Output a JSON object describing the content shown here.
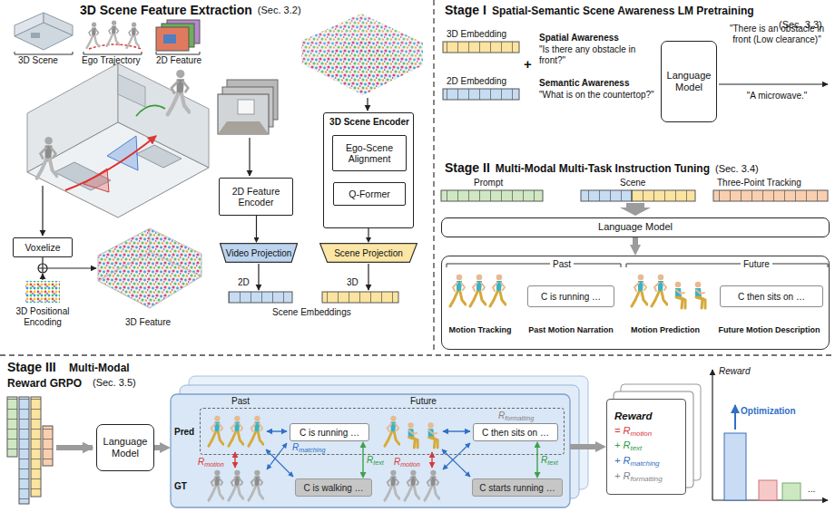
{
  "diagram": {
    "nodes": [
      {
        "text": [
          "Voxelize"
        ]
      },
      {
        "text": [
          "2D Feature Encoder"
        ]
      },
      {
        "text": [
          "3D Scene Encoder"
        ]
      },
      {
        "text": [
          "Ego-Scene Alignment"
        ],
        "in": 2
      },
      {
        "text": [
          "Q-Former"
        ],
        "in": 2
      },
      {
        "text": [
          "Video Projection"
        ]
      },
      {
        "text": [
          "Scene Projection"
        ]
      },
      {
        "text": [
          "Language Model"
        ]
      },
      {
        "text": [
          "Language Model"
        ]
      },
      {
        "text": [
          "Past",
          "Future",
          "Motion Tracking",
          "Past Motion Narration",
          "Motion Prediction",
          "Future Motion Description"
        ]
      },
      {
        "text": [
          "C is running …"
        ],
        "in": 9
      },
      {
        "text": [
          "C then sits on …"
        ],
        "in": 9
      },
      {
        "text": [
          "Language Model"
        ]
      },
      {
        "text": [
          "Past",
          "Future",
          "GT",
          "Rmatching",
          "Rmotion",
          "Rmotion"
        ]
      },
      {
        "text": [
          "Pred",
          "Rformatting"
        ],
        "in": 13
      },
      {
        "text": [
          "C is running …"
        ],
        "in": 14
      },
      {
        "text": [
          "C then sits on …"
        ],
        "in": 14
      },
      {
        "text": [
          "C is walking …"
        ],
        "in": 13
      },
      {
        "text": [
          "C starts running …"
        ],
        "in": 13
      },
      {
        "text": [
          "Reward",
          "= Rmotion",
          "+ Rtext",
          "+ Rmatching",
          "+ Rformatting"
        ]
      }
    ],
    "edges": [
      {
        "from": 1,
        "to": 5,
        "arrow": "to"
      },
      {
        "from": 2,
        "to": 6,
        "arrow": "to"
      },
      {
        "from": 8,
        "to": 9,
        "arrow": "to"
      },
      {
        "from": 12,
        "to": 13,
        "arrow": "to"
      },
      {
        "from": 13,
        "to": 19,
        "arrow": "to"
      },
      {
        "from": 15,
        "to": 17,
        "arrow": "both",
        "label": "Rtext"
      },
      {
        "from": 16,
        "to": 18,
        "arrow": "both",
        "label": "Rtext"
      }
    ],
    "labels": [
      "3D Scene Feature Extraction",
      "(Sec. 3.2)",
      "3D Scene",
      "Ego Trajectory",
      "2D Feature",
      "3D Positional Encoding",
      "3D Feature",
      "2D",
      "3D",
      "Scene Embeddings",
      "Stage I",
      "Spatial-Semantic Scene Awareness LM Pretraining",
      "(Sec. 3.3)",
      "3D Embedding",
      "+",
      "2D Embedding",
      "Spatial Awareness",
      "\"Is there any obstacle in front?\"",
      "Semantic Awareness",
      "\"What is on the countertop?\"",
      "\"There is an obstacle in front (Low clearance)\"",
      "\"A microwave.\"",
      "Stage II",
      "Multi-Modal Multi-Task Instruction Tuning",
      "(Sec. 3.4)",
      "Prompt",
      "Scene",
      "Three-Point Tracking",
      "Stage III",
      "Multi-Modal Reward GRPO",
      "(Sec. 3.5)",
      "Reward",
      "Optimization",
      "..."
    ]
  }
}
